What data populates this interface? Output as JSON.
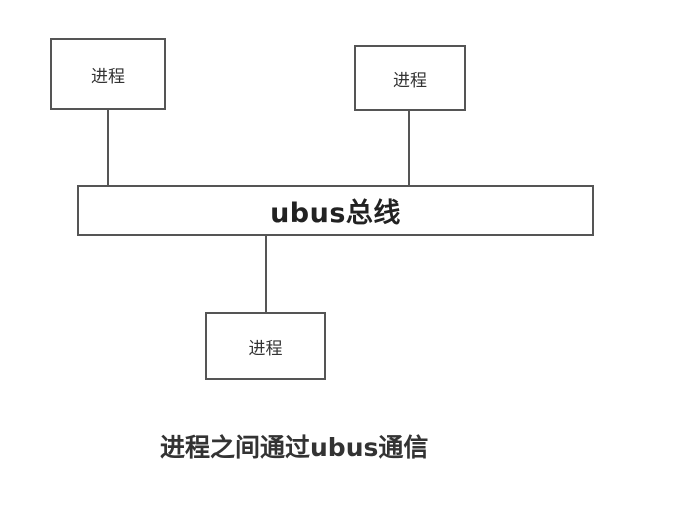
{
  "diagram": {
    "process_label": "进程",
    "bus_label": "ubus总线",
    "caption": "进程之间通过ubus通信"
  }
}
